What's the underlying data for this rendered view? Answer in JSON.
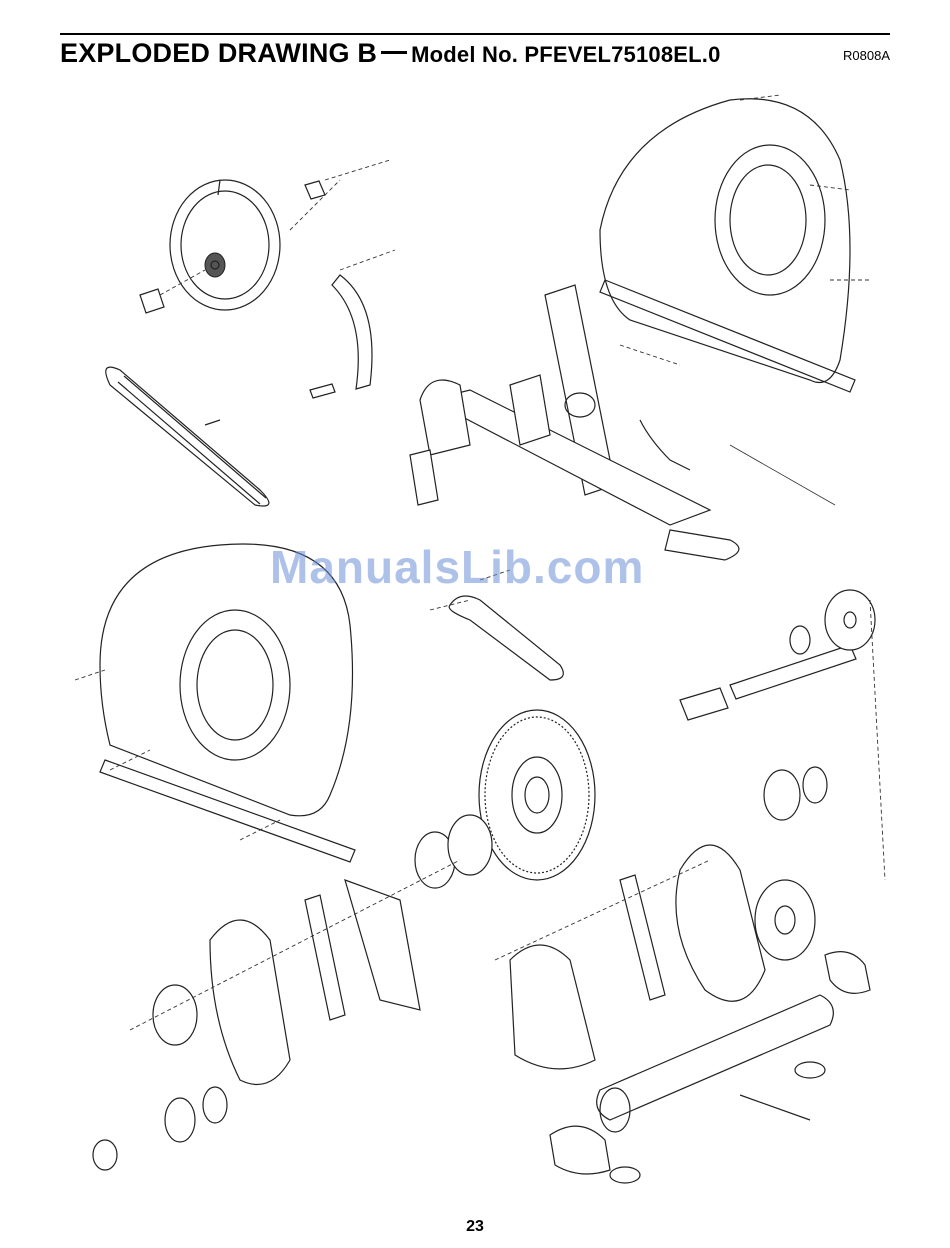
{
  "header": {
    "title_main": "EXPLODED DRAWING B",
    "title_model": "Model No. PFEVEL75108EL.0",
    "reference_code": "R0808A"
  },
  "watermark": {
    "text": "ManualsLib.com"
  },
  "footer": {
    "page_number": "23"
  },
  "colors": {
    "ink": "#222222",
    "watermark": "#6c8fd6"
  }
}
